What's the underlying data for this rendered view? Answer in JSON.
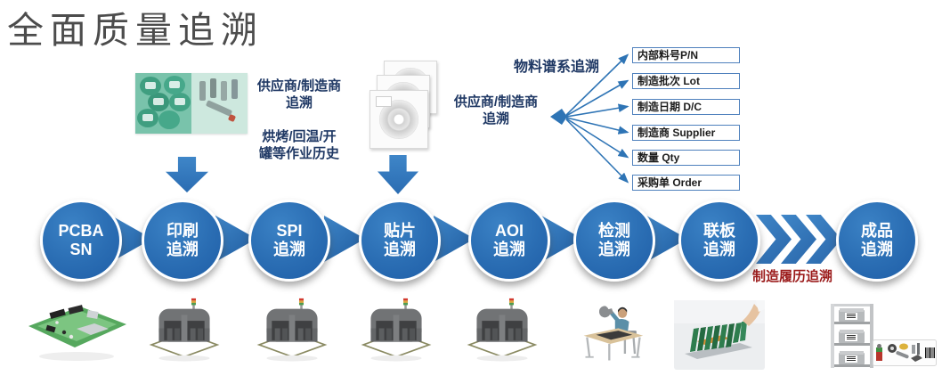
{
  "title": "全面质量追溯",
  "colors": {
    "accent_blue": "#2E74B5",
    "navy_text": "#1F3864",
    "red_text": "#9B1B1B",
    "title_gray": "#4C4C4C"
  },
  "supplier_trace_left": {
    "note1": "供应商/制造商\n追溯",
    "note2": "烘烤/回温/开\n罐等作业历史"
  },
  "supplier_trace_mid": {
    "note": "供应商/制造商\n追溯"
  },
  "pedigree": {
    "title": "物料谱系追溯",
    "items": [
      "内部料号P/N",
      "制造批次 Lot",
      "制造日期 D/C",
      "制造商 Supplier",
      "数量 Qty",
      "采购单 Order"
    ]
  },
  "flow": {
    "steps": [
      {
        "label": "PCBA\nSN"
      },
      {
        "label": "印刷\n追溯"
      },
      {
        "label": "SPI\n追溯"
      },
      {
        "label": "贴片\n追溯"
      },
      {
        "label": "AOI\n追溯"
      },
      {
        "label": "检测\n追溯"
      },
      {
        "label": "联板\n追溯"
      },
      {
        "label": "成品\n追溯"
      }
    ],
    "history_label": "制造履历追溯"
  },
  "icons": {
    "down_arrow": "down-arrow-icon",
    "flow_connector": "right-triangle-arrow-icon",
    "fast_forward": "chevron-right-icon",
    "solder_paste_photo": "solder-paste-jars-photo",
    "reels_photo": "component-reels-photo",
    "pcb_photo": "pcba-board-illustration",
    "machine": "smt-machine-illustration",
    "worker": "inspection-worker-illustration",
    "panel_photo": "pcb-panel-handling-photo",
    "rack": "finished-goods-rack-illustration",
    "parts_label": "parts-barcode-label-illustration"
  }
}
